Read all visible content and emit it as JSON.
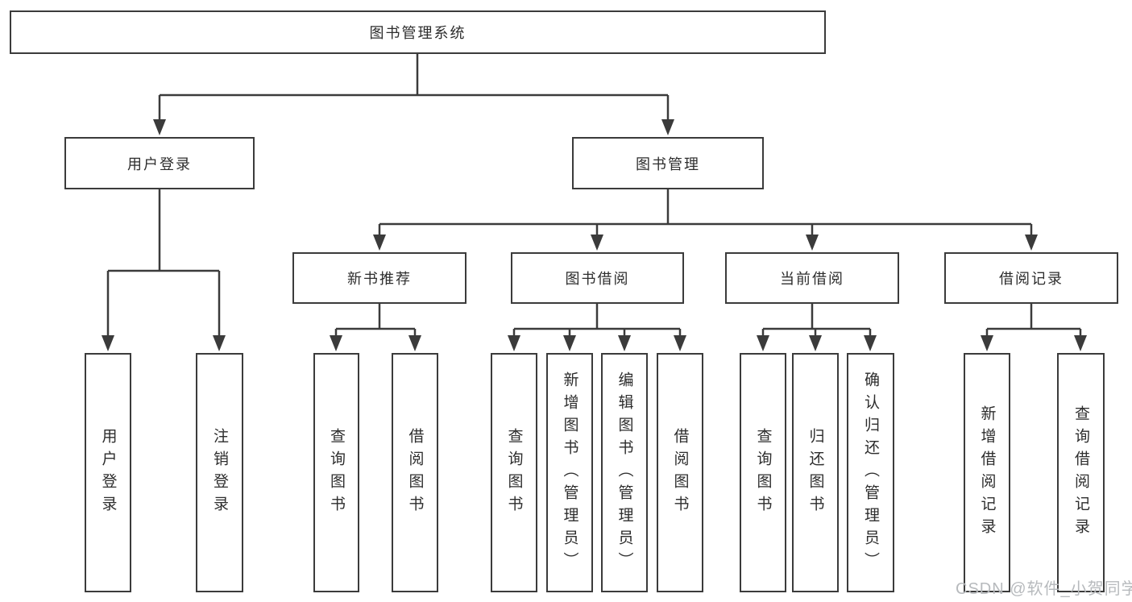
{
  "watermark": "CSDN @软件_小贺同学",
  "diagram": {
    "type": "tree",
    "root": {
      "label": "图书管理系统"
    },
    "level2": [
      {
        "label": "用户登录",
        "parent": "图书管理系统"
      },
      {
        "label": "图书管理",
        "parent": "图书管理系统"
      }
    ],
    "level3": [
      {
        "label": "新书推荐",
        "parent": "图书管理"
      },
      {
        "label": "图书借阅",
        "parent": "图书管理"
      },
      {
        "label": "当前借阅",
        "parent": "图书管理"
      },
      {
        "label": "借阅记录",
        "parent": "图书管理"
      }
    ],
    "leaves": [
      {
        "label": "用户登录",
        "parent": "用户登录"
      },
      {
        "label": "注销登录",
        "parent": "用户登录"
      },
      {
        "label": "查询图书",
        "parent": "新书推荐"
      },
      {
        "label": "借阅图书",
        "parent": "新书推荐"
      },
      {
        "label": "查询图书",
        "parent": "图书借阅"
      },
      {
        "label": "新增图书（管理员）",
        "parent": "图书借阅"
      },
      {
        "label": "编辑图书（管理员）",
        "parent": "图书借阅"
      },
      {
        "label": "借阅图书",
        "parent": "图书借阅"
      },
      {
        "label": "查询图书",
        "parent": "当前借阅"
      },
      {
        "label": "归还图书",
        "parent": "当前借阅"
      },
      {
        "label": "确认归还（管理员）",
        "parent": "当前借阅"
      },
      {
        "label": "新增借阅记录",
        "parent": "借阅记录"
      },
      {
        "label": "查询借阅记录",
        "parent": "借阅记录"
      }
    ],
    "line_color": "#3b3b3b",
    "box_fill": "#ffffff",
    "text_color": "#2d2d2d",
    "watermark_color": "#b7babd"
  }
}
